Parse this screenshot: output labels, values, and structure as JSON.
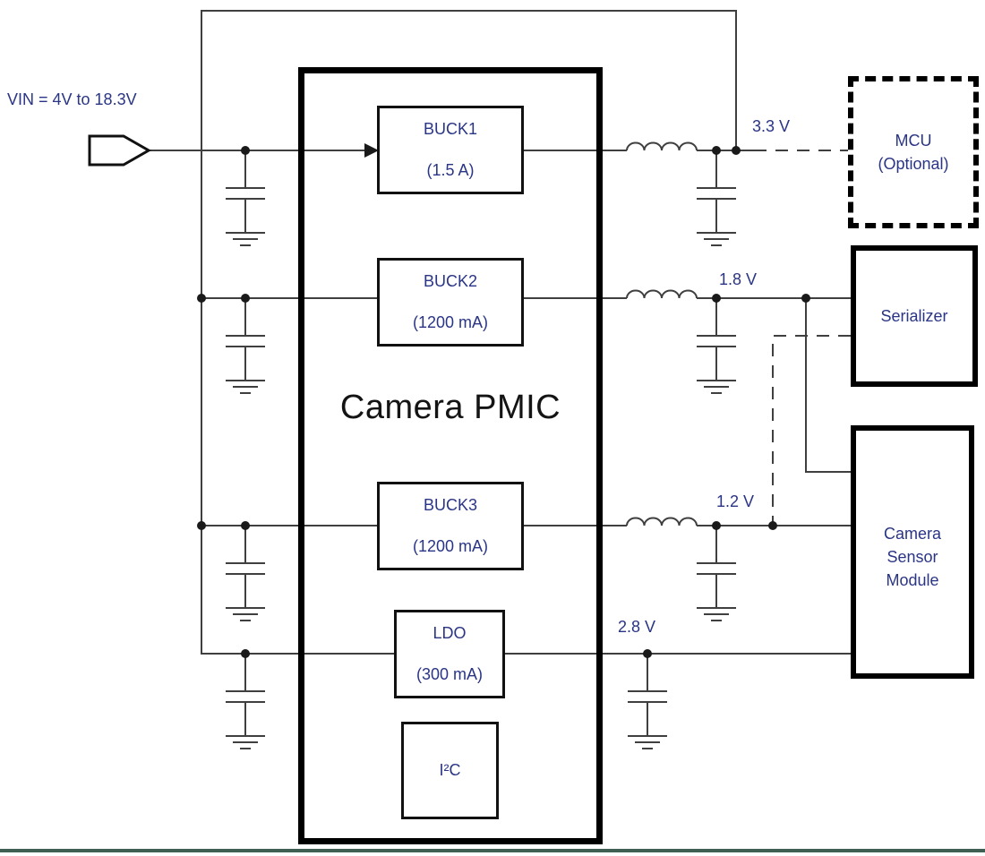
{
  "diagram": {
    "input_label": "VIN = 4V to 18.3V",
    "pmic": {
      "title": "Camera PMIC",
      "buck1": {
        "name": "BUCK1",
        "rating": "(1.5 A)"
      },
      "buck2": {
        "name": "BUCK2",
        "rating": "(1200 mA)"
      },
      "buck3": {
        "name": "BUCK3",
        "rating": "(1200 mA)"
      },
      "ldo": {
        "name": "LDO",
        "rating": "(300 mA)"
      },
      "i2c": {
        "name": "I²C"
      }
    },
    "rails": {
      "v33": "3.3 V",
      "v18": "1.8 V",
      "v12": "1.2 V",
      "v28": "2.8 V"
    },
    "external": {
      "mcu": {
        "line1": "MCU",
        "line2": "(Optional)"
      },
      "serializer": {
        "name": "Serializer"
      },
      "camera": {
        "line1": "Camera",
        "line2": "Sensor",
        "line3": "Module"
      }
    },
    "colors": {
      "label_text": "#2a3585",
      "wire": "#3f3f3f",
      "block_border": "#000000",
      "footer_bar": "#3f5f53"
    }
  }
}
